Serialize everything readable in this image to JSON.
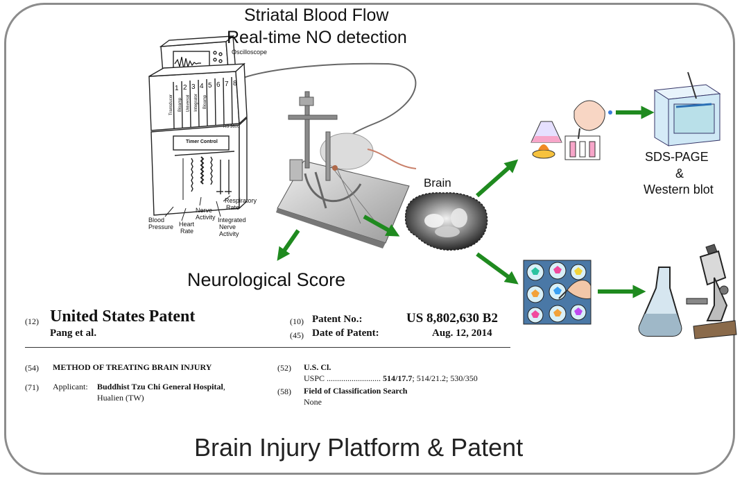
{
  "diagram": {
    "title_line1": "Striatal Blood Flow",
    "title_line2": "Real-time NO detection",
    "oscilloscope_label": "Oscilloscope",
    "channel_numbers": [
      "1",
      "2",
      "3",
      "4",
      "5",
      "6",
      "7",
      "8"
    ],
    "channel_names": [
      "Transducer",
      "Bioamp",
      "Universal",
      "Integrator",
      "Bioamp"
    ],
    "rs_label": "RS 3600",
    "control_label": "Timer Control",
    "labels": {
      "blood_pressure": [
        "Blood",
        "Pressure"
      ],
      "heart_rate": [
        "Heart",
        "Rate"
      ],
      "nerve_activity": [
        "Nerve",
        "Activity"
      ],
      "respiratory_rate": [
        "Respiratory",
        "Rate"
      ],
      "integrated_nerve_activity": [
        "Integrated",
        "Nerve",
        "Activity"
      ]
    },
    "brain_label": "Brain",
    "neuro_score": "Neurological Score",
    "sds_line1": "SDS-PAGE",
    "sds_line2": "&",
    "sds_line3": "Western blot",
    "footer": "Brain Injury Platform & Patent",
    "colors": {
      "arrow": "#1f8a1f",
      "frame": "#8c8c8c"
    }
  },
  "patent": {
    "code12": "(12)",
    "title": "United States Patent",
    "inventor": "Pang et al.",
    "code10": "(10)",
    "patent_no_label": "Patent No.:",
    "patent_no": "US 8,802,630 B2",
    "code45": "(45)",
    "date_label": "Date of Patent:",
    "date": "Aug. 12, 2014",
    "code54": "(54)",
    "invention_title": "METHOD OF TREATING BRAIN INJURY",
    "code71": "(71)",
    "applicant_label": "Applicant:",
    "applicant_name": "Buddhist Tzu Chi General Hospital",
    "applicant_comma": ",",
    "applicant_loc": "Hualien (TW)",
    "code52": "(52)",
    "uscl_label": "U.S. Cl.",
    "uspc_label": "USPC",
    "uspc_dots": "..........................",
    "uspc_main": "514/17.7",
    "uspc_rest": "; 514/21.2; 530/350",
    "code58": "(58)",
    "field_label": "Field of Classification Search",
    "field_value": "None"
  }
}
